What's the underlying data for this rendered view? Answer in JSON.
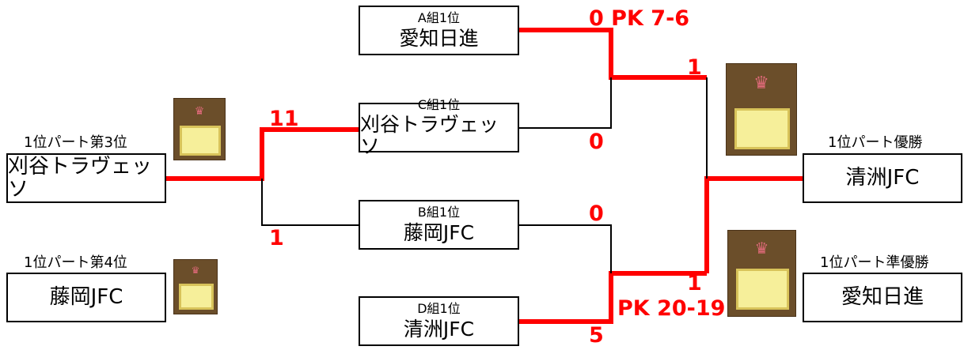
{
  "matches": {
    "a1": {
      "group": "A組1位",
      "team": "愛知日進"
    },
    "c1": {
      "group": "C組1位",
      "team": "刈谷トラヴェッソ"
    },
    "b1": {
      "group": "B組1位",
      "team": "藤岡JFC"
    },
    "d1": {
      "group": "D組1位",
      "team": "清洲JFC"
    }
  },
  "results": {
    "third": {
      "label": "1位パート第3位",
      "team": "刈谷トラヴェッソ"
    },
    "fourth": {
      "label": "1位パート第4位",
      "team": "藤岡JFC"
    },
    "winner": {
      "label": "1位パート優勝",
      "team": "清洲JFC"
    },
    "runnerup": {
      "label": "1位パート準優勝",
      "team": "愛知日進"
    }
  },
  "scores": {
    "third_top": "11",
    "third_bottom": "1",
    "semi1_top": "0 PK 7-6",
    "semi1_bottom": "0",
    "semi2_top": "0",
    "semi2_bottom": "5",
    "final_top": "1",
    "final_bottom": "1",
    "final_pk": "PK 20-19"
  },
  "colors": {
    "winner_line": "#ff0000",
    "loser_line": "#000000",
    "trophy_bg": "#6b4e2a"
  }
}
